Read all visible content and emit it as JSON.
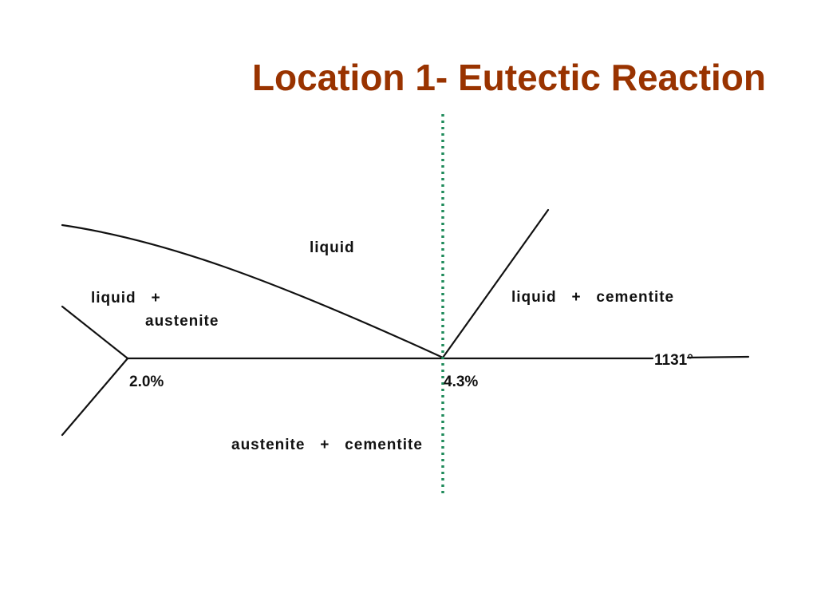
{
  "slide": {
    "title": "Location 1- Eutectic Reaction",
    "title_color": "#993300"
  },
  "diagram": {
    "line_color": "#111111",
    "marker_line_color": "#1e8a5a",
    "marker_line_style": "dotted",
    "regions": {
      "liquid": "liquid",
      "liquid_austenite_line1": "liquid   +",
      "liquid_austenite_line2": "austenite",
      "liquid_cementite": "liquid   +   cementite",
      "austenite_cementite": "austenite   +   cementite"
    },
    "points": {
      "austenite_limit": "2.0%",
      "eutectic_composition": "4.3%",
      "eutectic_temperature": "1131°"
    }
  }
}
